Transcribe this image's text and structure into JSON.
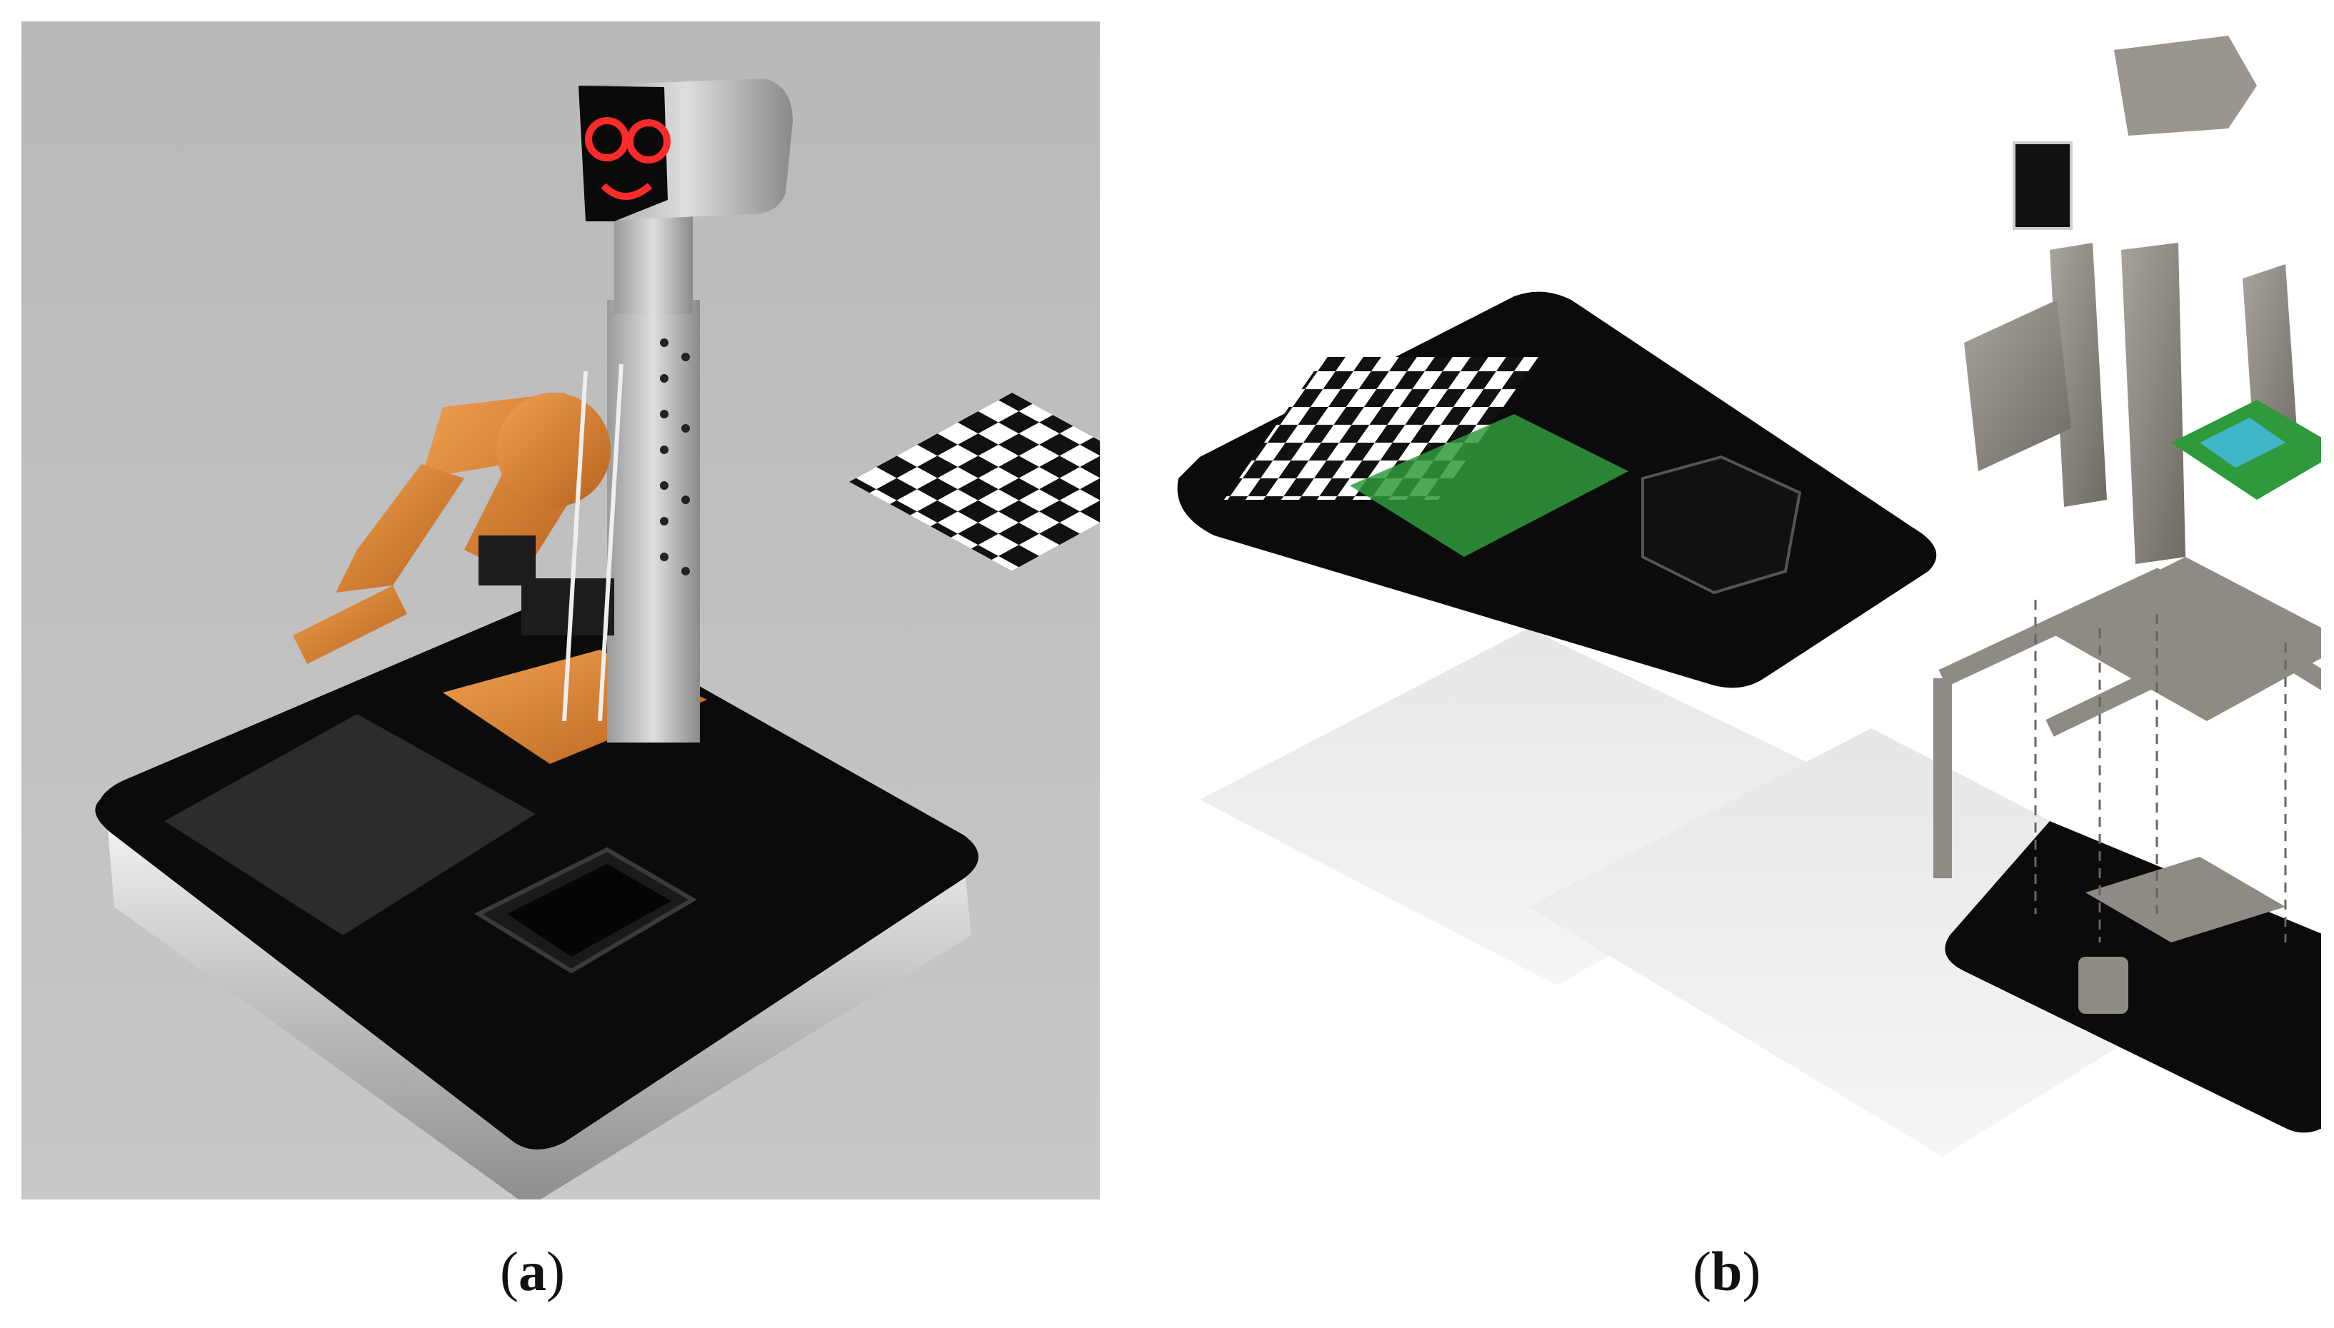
{
  "captions": {
    "a_open": "(",
    "a_letter": "a",
    "a_close": ")",
    "b_open": "(",
    "b_letter": "b",
    "b_close": ")"
  },
  "colors": {
    "background_a": "#c1c1c1",
    "background_b": "#ffffff",
    "base_black": "#0a0a0a",
    "base_silver": "#d8d8d8",
    "arm_orange": "#e08a3a",
    "frame_grey": "#8e8a84",
    "pcb_green": "#2f9a3c",
    "face_red": "#ff2a2a"
  },
  "images": {
    "panel_a": "rendered-robot-assembled",
    "panel_b": "exploded-view-robot-parts"
  }
}
